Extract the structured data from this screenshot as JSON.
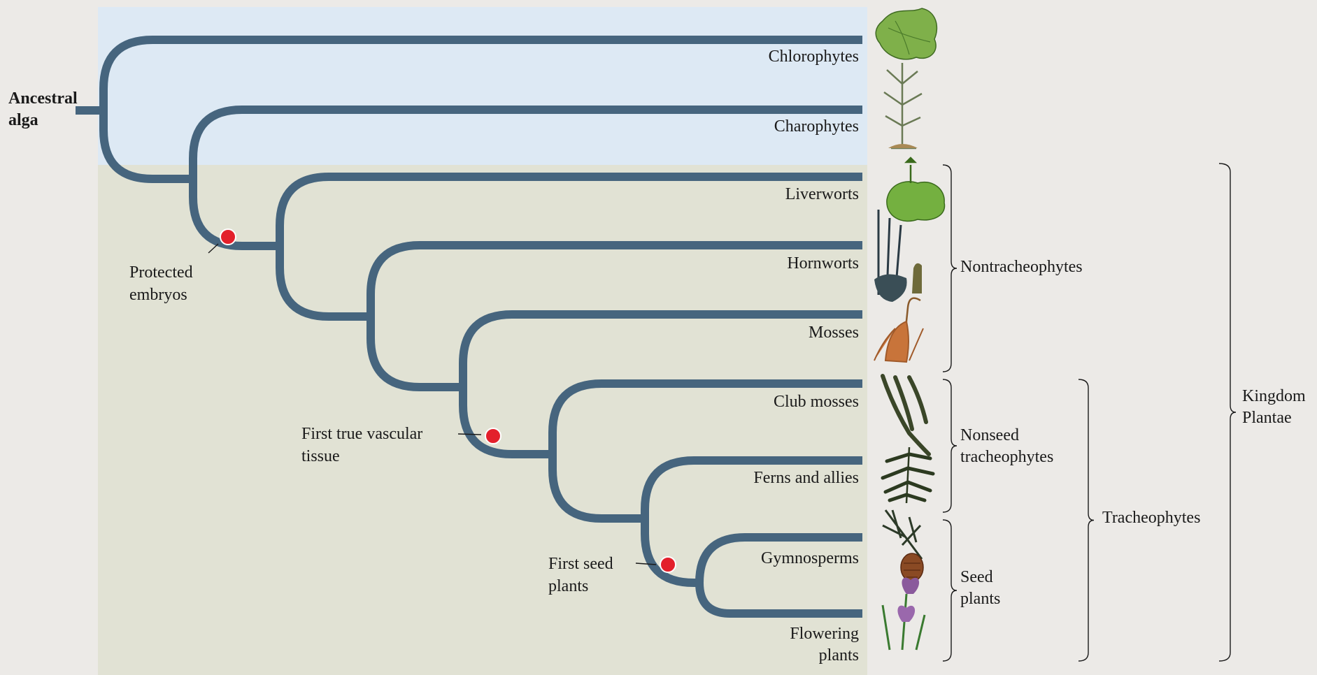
{
  "root_label": [
    "Ancestral",
    "alga"
  ],
  "taxa": [
    {
      "label": [
        "Chlorophytes"
      ],
      "illustration": "leafy-green-alga-icon"
    },
    {
      "label": [
        "Charophytes"
      ],
      "illustration": "stonewort-plant-icon"
    },
    {
      "label": [
        "Liverworts"
      ],
      "illustration": "liverwort-thallus-icon"
    },
    {
      "label": [
        "Hornworts"
      ],
      "illustration": "hornwort-icon"
    },
    {
      "label": [
        "Mosses"
      ],
      "illustration": "moss-sporophyte-icon"
    },
    {
      "label": [
        "Club mosses"
      ],
      "illustration": "club-moss-icon"
    },
    {
      "label": [
        "Ferns and allies"
      ],
      "illustration": "fern-frond-icon"
    },
    {
      "label": [
        "Gymnosperms"
      ],
      "illustration": "pine-cone-icon"
    },
    {
      "label": [
        "Flowering",
        "plants"
      ],
      "illustration": "iris-flower-icon"
    }
  ],
  "innovations": [
    {
      "label": [
        "Protected",
        "embryos"
      ]
    },
    {
      "label": [
        "First true vascular",
        "tissue"
      ]
    },
    {
      "label": [
        "First seed",
        "plants"
      ]
    }
  ],
  "groups": [
    {
      "label": [
        "Nontracheophytes"
      ]
    },
    {
      "label": [
        "Nonseed",
        "tracheophytes"
      ]
    },
    {
      "label": [
        "Seed",
        "plants"
      ]
    },
    {
      "label": [
        "Tracheophytes"
      ]
    },
    {
      "label": [
        "Kingdom",
        "Plantae"
      ]
    }
  ],
  "colors": {
    "branch": "#46657e",
    "innovation_marker": "#e3202b",
    "algae_background": "#dde9f4",
    "land_plant_background": "#e1e2d4"
  }
}
